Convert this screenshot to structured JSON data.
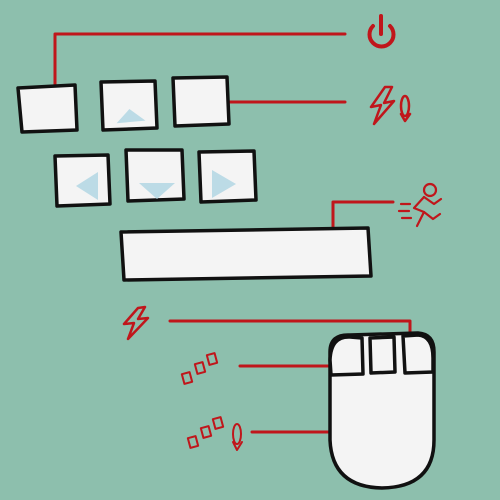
{
  "colors": {
    "background": "#8dbfad",
    "key_fill": "#f4f4f4",
    "outline": "#111111",
    "callout": "#c0161b",
    "arrow_glyph": "#bcdbe6"
  },
  "diagram": {
    "description_free": true,
    "keys": [
      {
        "id": "key-top-left",
        "arrow": "none"
      },
      {
        "id": "key-top-middle",
        "arrow": "up"
      },
      {
        "id": "key-top-right",
        "arrow": "none"
      },
      {
        "id": "key-bottom-left",
        "arrow": "left"
      },
      {
        "id": "key-bottom-middle",
        "arrow": "down"
      },
      {
        "id": "key-bottom-right",
        "arrow": "right"
      }
    ],
    "callout_icons": [
      "power-icon",
      "lightning-rotate-icon",
      "running-figure-icon",
      "lightning-icon",
      "double-click-icon",
      "double-click-rotate-icon"
    ],
    "mouse_buttons": [
      "left",
      "middle",
      "right"
    ]
  }
}
